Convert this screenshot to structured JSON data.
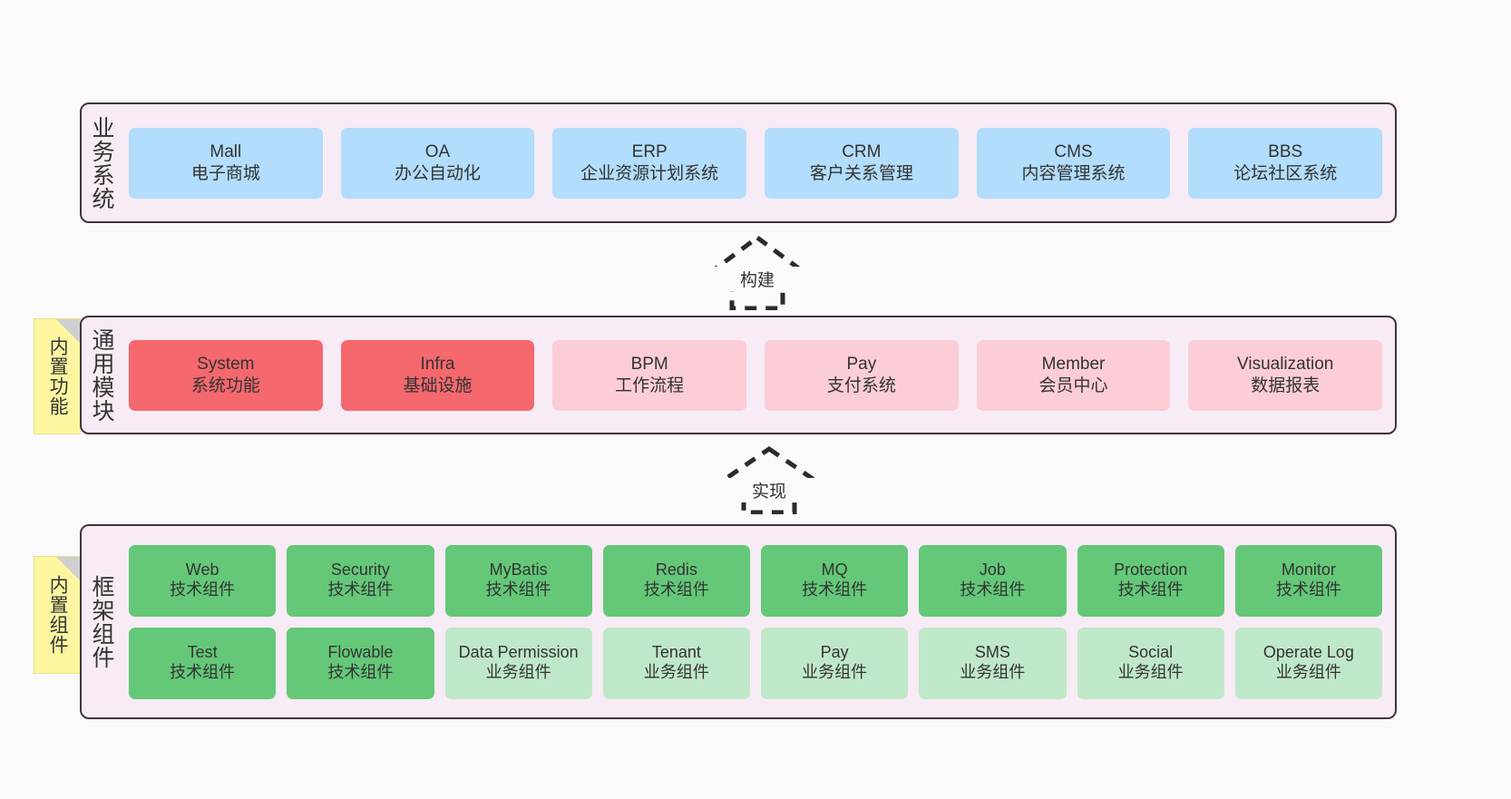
{
  "diagram": {
    "background_color": "#fafafa",
    "container_color": "#f7ebf5",
    "container_border_color": "#44333f"
  },
  "layers": [
    {
      "id": "business",
      "title": "业务系统",
      "note": null,
      "rows": [
        {
          "boxes": [
            {
              "name": "Mall",
              "desc": "电子商城",
              "style": "blue"
            },
            {
              "name": "OA",
              "desc": "办公自动化",
              "style": "blue"
            },
            {
              "name": "ERP",
              "desc": "企业资源计划系统",
              "style": "blue"
            },
            {
              "name": "CRM",
              "desc": "客户关系管理",
              "style": "blue"
            },
            {
              "name": "CMS",
              "desc": "内容管理系统",
              "style": "blue"
            },
            {
              "name": "BBS",
              "desc": "论坛社区系统",
              "style": "blue"
            }
          ]
        }
      ]
    },
    {
      "id": "common",
      "title": "通用模块",
      "note": "内置功能",
      "rows": [
        {
          "boxes": [
            {
              "name": "System",
              "desc": "系统功能",
              "style": "red"
            },
            {
              "name": "Infra",
              "desc": "基础设施",
              "style": "red"
            },
            {
              "name": "BPM",
              "desc": "工作流程",
              "style": "pink"
            },
            {
              "name": "Pay",
              "desc": "支付系统",
              "style": "pink"
            },
            {
              "name": "Member",
              "desc": "会员中心",
              "style": "pink"
            },
            {
              "name": "Visualization",
              "desc": "数据报表",
              "style": "pink"
            }
          ]
        }
      ]
    },
    {
      "id": "framework",
      "title": "框架组件",
      "note": "内置组件",
      "rows": [
        {
          "boxes": [
            {
              "name": "Web",
              "desc": "技术组件",
              "style": "green"
            },
            {
              "name": "Security",
              "desc": "技术组件",
              "style": "green"
            },
            {
              "name": "MyBatis",
              "desc": "技术组件",
              "style": "green"
            },
            {
              "name": "Redis",
              "desc": "技术组件",
              "style": "green"
            },
            {
              "name": "MQ",
              "desc": "技术组件",
              "style": "green"
            },
            {
              "name": "Job",
              "desc": "技术组件",
              "style": "green"
            },
            {
              "name": "Protection",
              "desc": "技术组件",
              "style": "green"
            },
            {
              "name": "Monitor",
              "desc": "技术组件",
              "style": "green"
            }
          ]
        },
        {
          "boxes": [
            {
              "name": "Test",
              "desc": "技术组件",
              "style": "green"
            },
            {
              "name": "Flowable",
              "desc": "技术组件",
              "style": "green"
            },
            {
              "name": "Data Permission",
              "desc": "业务组件",
              "style": "lightgreen"
            },
            {
              "name": "Tenant",
              "desc": "业务组件",
              "style": "lightgreen"
            },
            {
              "name": "Pay",
              "desc": "业务组件",
              "style": "lightgreen"
            },
            {
              "name": "SMS",
              "desc": "业务组件",
              "style": "lightgreen"
            },
            {
              "name": "Social",
              "desc": "业务组件",
              "style": "lightgreen"
            },
            {
              "name": "Operate Log",
              "desc": "业务组件",
              "style": "lightgreen"
            }
          ]
        }
      ]
    }
  ],
  "arrows": [
    {
      "id": "build",
      "label": "构建",
      "direction": "up",
      "style": "dashed-hollow"
    },
    {
      "id": "impl",
      "label": "实现",
      "direction": "up",
      "style": "dashed-hollow"
    }
  ],
  "colors": {
    "blue": "#b2ddfc",
    "red": "#f4686e",
    "pink": "#fccdd6",
    "green": "#64c878",
    "lightgreen": "#bfe8c8",
    "note_yellow": "#fcf6a0",
    "text": "#333333"
  }
}
